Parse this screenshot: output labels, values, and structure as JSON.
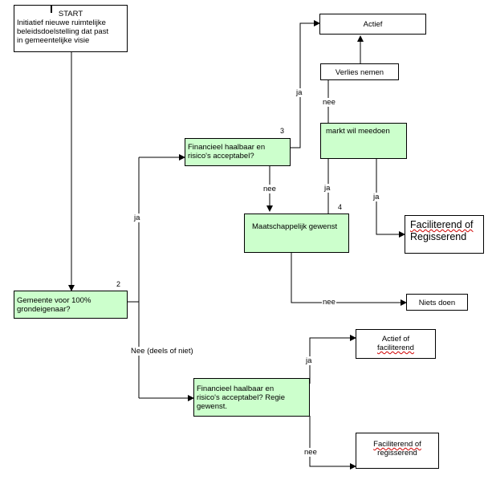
{
  "nodes": {
    "start": {
      "title": "START",
      "line1": "Initiatief nieuwe ruimtelijke",
      "line2": "beleidsdoelstelling dat past",
      "line3": "in gemeentelijke visie"
    },
    "q_gemeente": {
      "line1": "Gemeente voor 100%",
      "line2": "grondeigenaar?",
      "number": "2"
    },
    "q_fin1": {
      "line1": "Financieel haalbaar en",
      "line2": "risico's acceptabel?",
      "number": "3"
    },
    "q_markt": {
      "text": "markt wil meedoen"
    },
    "q_maatsch": {
      "text": "Maatschappelijk gewenst",
      "number": "4"
    },
    "q_fin2": {
      "line1": "Financieel haalbaar en",
      "line2": "risico's acceptabel? Regie",
      "line3": "gewenst."
    },
    "actief": {
      "text": "Actief"
    },
    "verlies": {
      "text": "Verlies nemen"
    },
    "facil_regis_1": {
      "line1": "Faciliterend of",
      "line2": "Regisserend"
    },
    "niets": {
      "text": "Niets doen"
    },
    "actief_facil": {
      "line1": "Actief of",
      "line2": "faciliterend"
    },
    "facil_regis_2": {
      "line1": "Faciliterend of",
      "line2": "regisserend"
    }
  },
  "labels": {
    "ja_gemeente": "ja",
    "nee_gemeente": "Nee (deels of niet)",
    "ja_fin1": "ja",
    "nee_fin1": "nee",
    "nee_verlies": "nee",
    "ja_markt_maatsch": "ja",
    "ja_markt_facil": "ja",
    "nee_maatsch": "nee",
    "ja_fin2": "ja",
    "nee_fin2": "nee"
  },
  "colors": {
    "decision_fill": "#ccffcc",
    "terminal_fill": "#ffffff",
    "line": "#000000"
  }
}
